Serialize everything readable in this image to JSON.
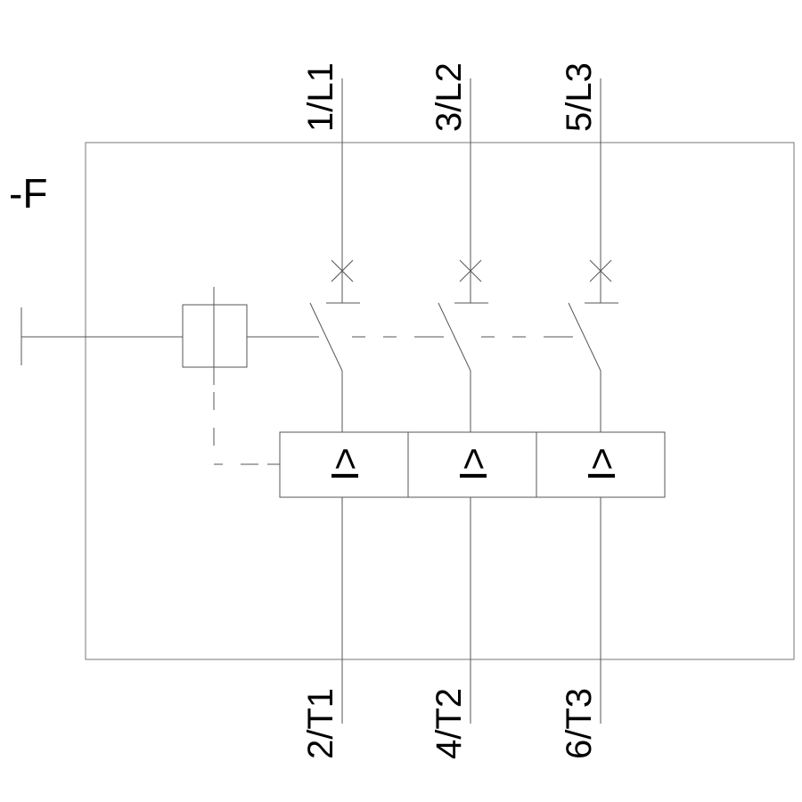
{
  "device_ref": "-F",
  "terminals": {
    "top": [
      "1/L1",
      "3/L2",
      "5/L3"
    ],
    "bottom": [
      "2/T1",
      "4/T2",
      "6/T3"
    ]
  },
  "trip_symbol": "I>"
}
